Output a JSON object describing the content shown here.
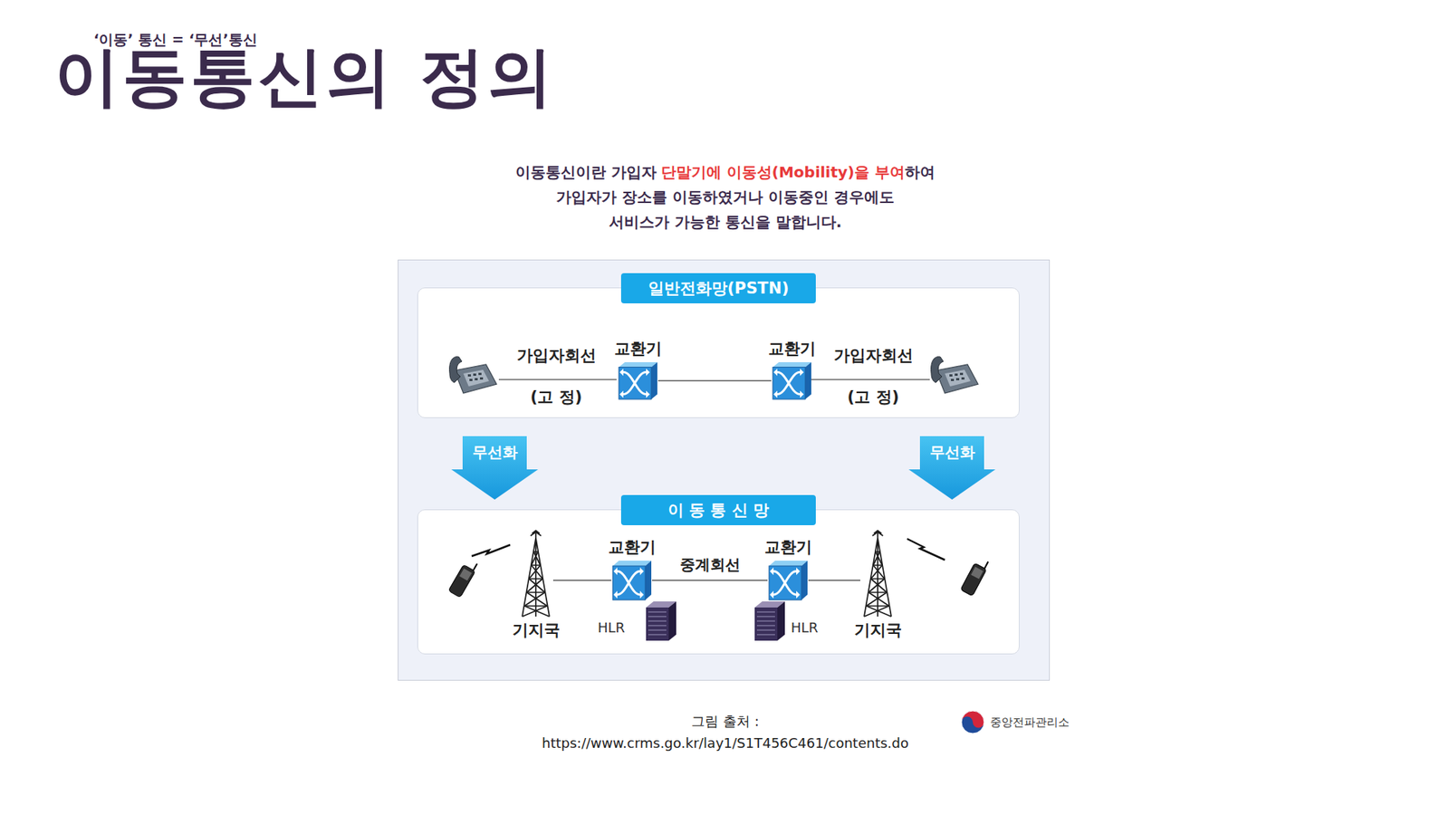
{
  "diagram": {
    "title": "이동통신의 정의",
    "caption": "그림 출처 : https://www.crms.go.kr/lay1/S1T456C461/contents.do",
    "nodes": [
      {
        "text": [
          "일반전화망(PSTN)"
        ]
      },
      {
        "text": [
          "교환기"
        ],
        "in": 0
      },
      {
        "text": [
          "교환기"
        ],
        "in": 0
      },
      {
        "text": [
          "무선화"
        ]
      },
      {
        "text": [
          "무선화"
        ]
      },
      {
        "text": [
          "이 동 통 신 망"
        ]
      },
      {
        "text": [
          "기지국"
        ],
        "in": 5
      },
      {
        "text": [
          "교환기"
        ],
        "in": 5
      },
      {
        "text": [
          "교환기"
        ],
        "in": 5
      },
      {
        "text": [
          "기지국"
        ],
        "in": 5
      }
    ],
    "edges": [
      {
        "from": 1,
        "to": 2,
        "arrow": "none"
      },
      {
        "from": 6,
        "to": 7,
        "arrow": "none"
      },
      {
        "from": 7,
        "to": 8,
        "label": "중계회선",
        "arrow": "none"
      },
      {
        "from": 8,
        "to": 9,
        "arrow": "none"
      }
    ],
    "labels": [
      "‘이동’ 통신 = ‘무선’통신",
      "이동통신이란 가입자",
      "단말기에 이동성(Mobility)을 부여",
      "하여",
      "가입자가 장소를 이동하였거나 이동중인 경우에도",
      "서비스가 가능한 통신을 말합니다.",
      "가입자회선",
      "(고 정)",
      "가입자회선",
      "(고 정)",
      "HLR",
      "HLR",
      "중앙전파관리소"
    ]
  }
}
